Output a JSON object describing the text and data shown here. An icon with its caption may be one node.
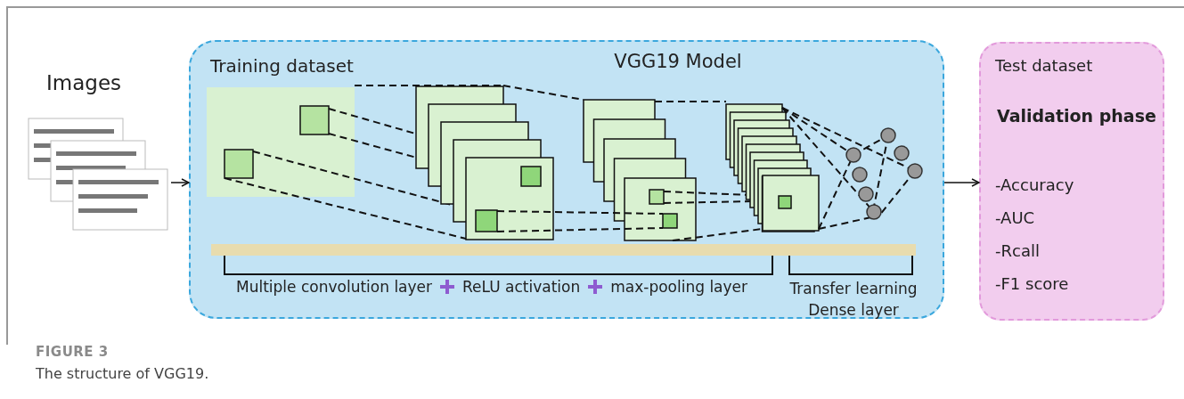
{
  "diagram": {
    "caption": "The structure of VGG19.",
    "nodes": [
      {
        "text": [],
        "shape": "picture",
        "beside": [
          "Images"
        ]
      },
      {
        "text": [
          "VGG19 Model"
        ]
      },
      {
        "text": [
          "Training dataset"
        ],
        "in": 1
      },
      {
        "text": [
          "Test dataset",
          "Validation phase",
          "-Accuracy",
          "-AUC",
          "-Rcall",
          "-F1 score"
        ]
      }
    ],
    "edges": [
      {
        "from": 0,
        "to": 1,
        "arrow": "to"
      },
      {
        "from": 1,
        "to": 3,
        "arrow": "to"
      }
    ],
    "labels": [
      "Multiple convolution layer",
      "ReLU activation",
      "max-pooling layer",
      "Transfer learning Dense layer",
      "FIGURE 3"
    ]
  }
}
